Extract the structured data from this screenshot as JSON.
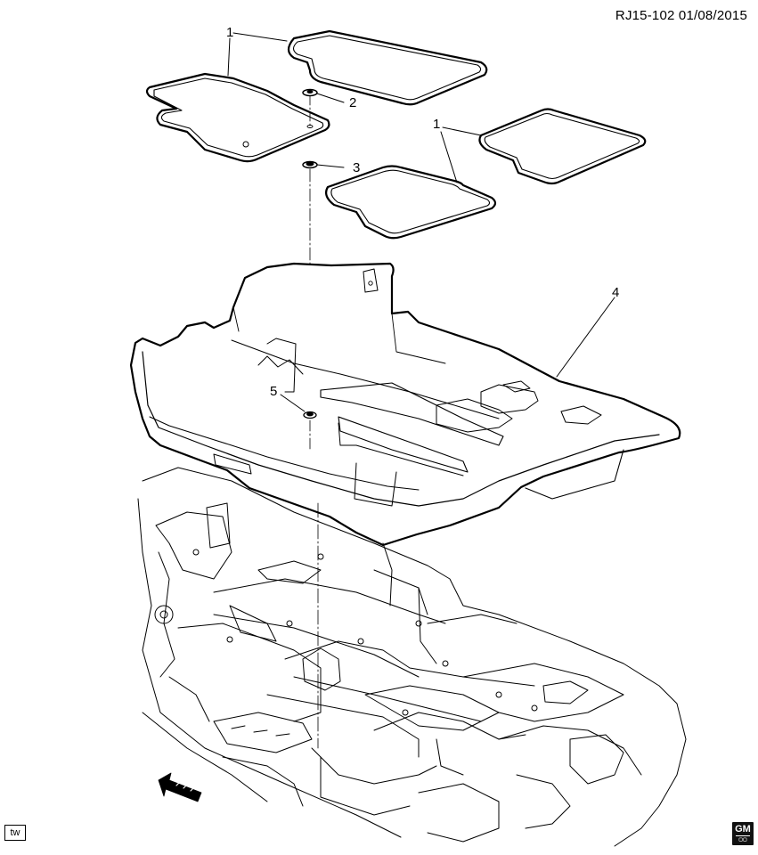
{
  "reference": "RJ15-102  01/08/2015",
  "callouts": {
    "c1a": "1",
    "c1b": "1",
    "c2": "2",
    "c3": "3",
    "c4": "4",
    "c5": "5"
  },
  "footer": {
    "tw_badge": "tw",
    "gm_logo": "GM"
  }
}
